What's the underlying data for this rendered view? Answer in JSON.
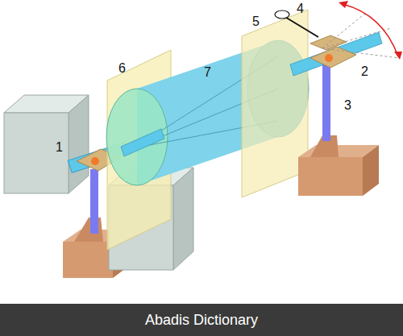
{
  "diagram": {
    "labels": [
      "1",
      "2",
      "3",
      "4",
      "5",
      "6",
      "7",
      "Abadis Dictionary"
    ]
  }
}
